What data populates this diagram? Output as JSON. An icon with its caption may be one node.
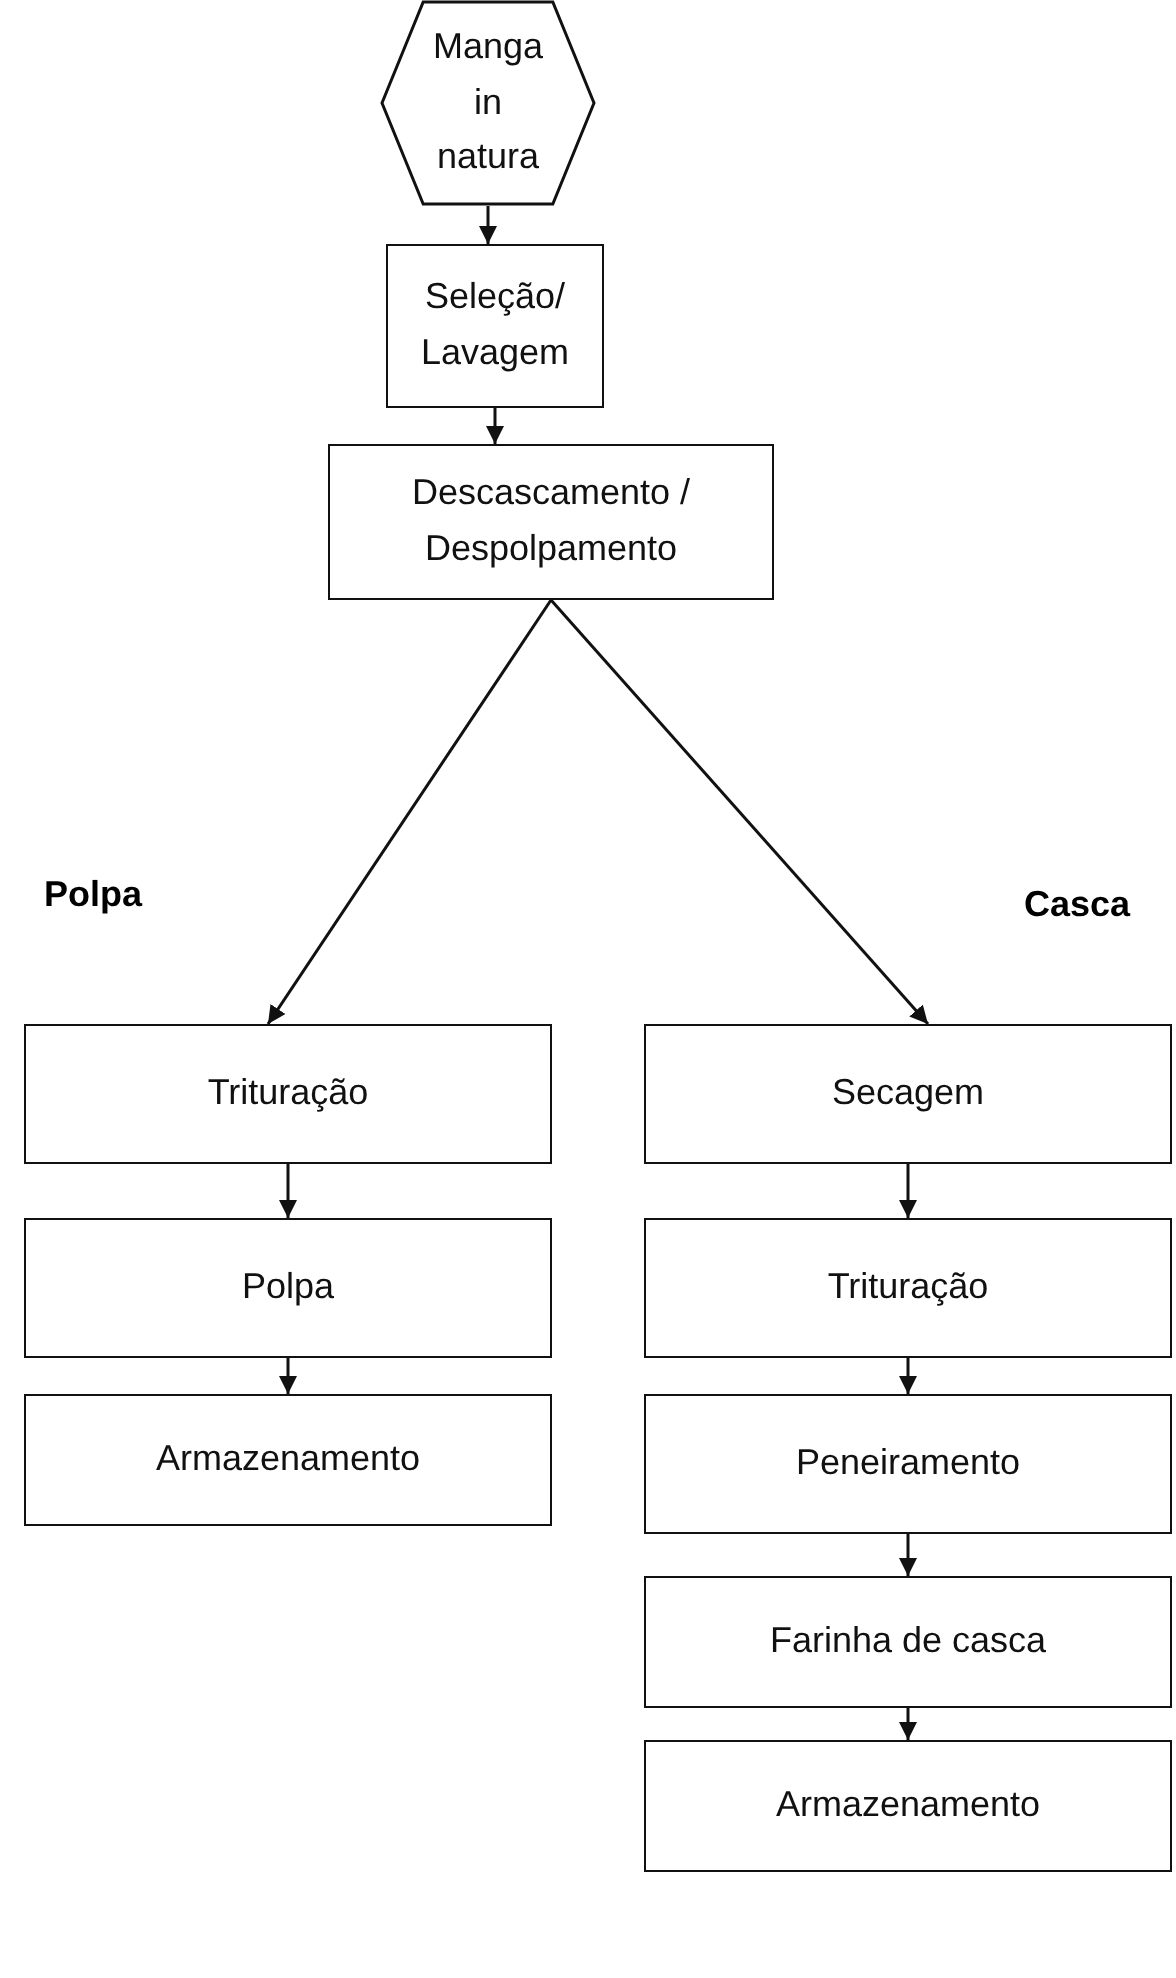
{
  "diagram": {
    "nodes": [
      {
        "text": [
          "Manga in natura"
        ]
      },
      {
        "text": [
          "Seleção/ Lavagem"
        ]
      },
      {
        "text": [
          "Descascamento / Despolpamento"
        ]
      },
      {
        "text": [
          "Trituração"
        ]
      },
      {
        "text": [
          "Polpa"
        ]
      },
      {
        "text": [
          "Armazenamento"
        ]
      },
      {
        "text": [
          "Secagem"
        ]
      },
      {
        "text": [
          "Trituração"
        ]
      },
      {
        "text": [
          "Peneiramento"
        ]
      },
      {
        "text": [
          "Farinha de casca"
        ]
      },
      {
        "text": [
          "Armazenamento"
        ]
      }
    ],
    "edges": [
      {
        "from": 0,
        "to": 1,
        "arrow": "to"
      },
      {
        "from": 1,
        "to": 2,
        "arrow": "to"
      },
      {
        "from": 2,
        "to": 3,
        "arrow": "to",
        "label": "Polpa"
      },
      {
        "from": 2,
        "to": 6,
        "arrow": "to",
        "label": "Casca"
      },
      {
        "from": 3,
        "to": 4,
        "arrow": "to"
      },
      {
        "from": 4,
        "to": 5,
        "arrow": "to"
      },
      {
        "from": 6,
        "to": 7,
        "arrow": "to"
      },
      {
        "from": 7,
        "to": 8,
        "arrow": "to"
      },
      {
        "from": 8,
        "to": 9,
        "arrow": "to"
      },
      {
        "from": 9,
        "to": 10,
        "arrow": "to"
      }
    ]
  }
}
